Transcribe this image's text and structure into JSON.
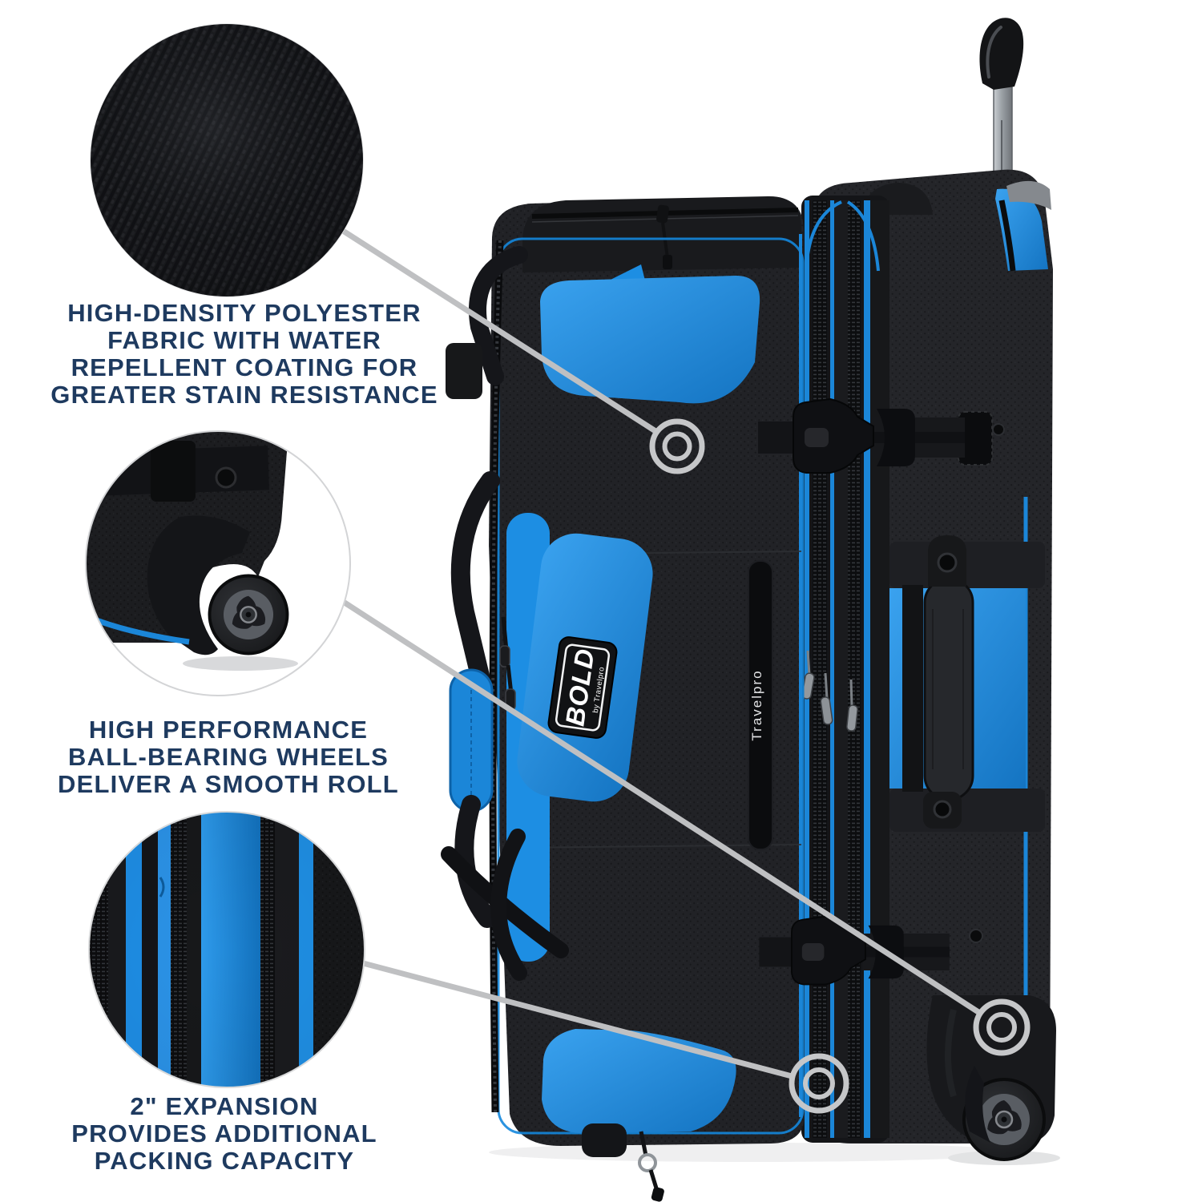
{
  "colors": {
    "headline_navy": "#1e3a5f",
    "accent_blue": "#1d8ee3",
    "callout_line_gray": "#bfc0c2",
    "bag_black": "#1b1c1e"
  },
  "callouts": [
    {
      "id": "fabric",
      "lines": [
        "HIGH-DENSITY POLYESTER",
        "FABRIC WITH WATER",
        "REPELLENT COATING FOR",
        "GREATER STAIN RESISTANCE"
      ]
    },
    {
      "id": "wheels",
      "lines": [
        "HIGH PERFORMANCE",
        "BALL-BEARING WHEELS",
        "DELIVER A SMOOTH ROLL"
      ]
    },
    {
      "id": "expansion",
      "lines": [
        "2\" EXPANSION",
        "PROVIDES ADDITIONAL",
        "PACKING CAPACITY"
      ]
    }
  ],
  "product": {
    "badge": {
      "title": "BOLD",
      "sub": "by Travelpro"
    },
    "side_strip_brand": "Travelpro"
  }
}
